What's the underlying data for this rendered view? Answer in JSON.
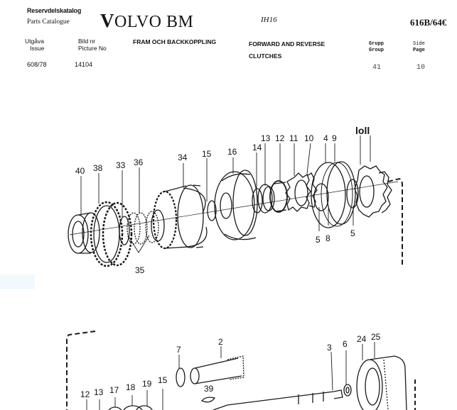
{
  "header": {
    "catalog_label_sv": "Reservdelskatalog",
    "catalog_label_en": "Parts Catalogue",
    "brand_initial": "V",
    "brand_rest": "OLVO BM",
    "model": "IH16",
    "document_code": "616B/64€"
  },
  "fields": {
    "issue_label_sv": "Utgåva",
    "issue_label_en": "Issue",
    "picture_label_sv": "Bild nr",
    "picture_label_en": "Picture No",
    "title_sv": "FRAM OCH BACKKOPPLING",
    "title_en_line1": "FORWARD AND REVERSE",
    "title_en_line2": "CLUTCHES",
    "group_label_sv": "Grupp",
    "group_label_en": "Group",
    "page_label_sv": "Side",
    "page_label_en": "Page",
    "issue_value": "608/78",
    "picture_value": "14104",
    "group_value": "41",
    "page_value": "10"
  },
  "diagram": {
    "upper_callouts": [
      "40",
      "38",
      "33",
      "36",
      "35",
      "34",
      "15",
      "16",
      "14",
      "13",
      "12",
      "11",
      "10",
      "4",
      "9",
      "5",
      "8",
      "5",
      "loll"
    ],
    "lower_callouts": [
      "12",
      "13",
      "17",
      "18",
      "19",
      "15",
      "7",
      "2",
      "39",
      "3",
      "6",
      "24",
      "25"
    ]
  }
}
